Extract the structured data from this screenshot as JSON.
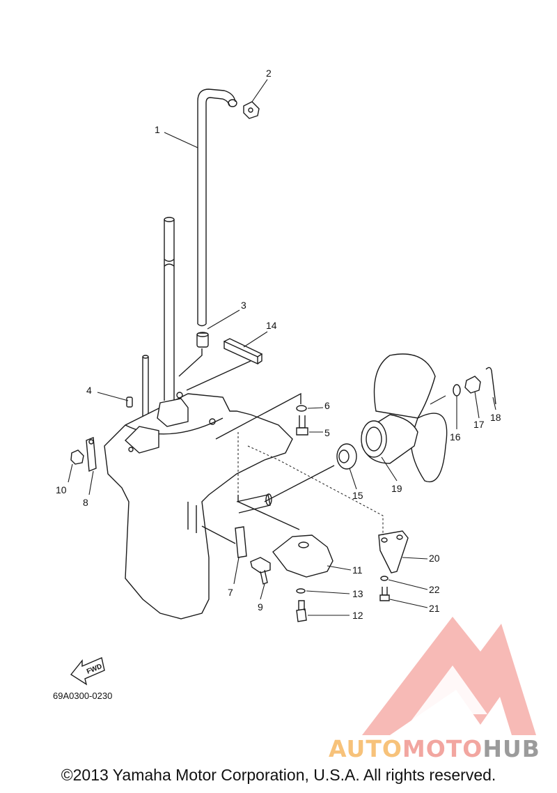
{
  "diagram_code": "69A0300-0230",
  "fwd_label": "FWD",
  "copyright": "©2013 Yamaha Motor Corporation, U.S.A. All rights reserved.",
  "watermark": {
    "part1": "AUTO",
    "part2": "MOTO",
    "part3": "HUB",
    "colors": {
      "auto": "#f7c27a",
      "moto": "#f2a6a0",
      "hub": "#9b9b9b",
      "logo": "#f4a39e"
    }
  },
  "callouts": [
    {
      "id": "c1",
      "label": "1"
    },
    {
      "id": "c2",
      "label": "2"
    },
    {
      "id": "c3",
      "label": "3"
    },
    {
      "id": "c4",
      "label": "4"
    },
    {
      "id": "c5",
      "label": "5"
    },
    {
      "id": "c6",
      "label": "6"
    },
    {
      "id": "c7",
      "label": "7"
    },
    {
      "id": "c8",
      "label": "8"
    },
    {
      "id": "c9",
      "label": "9"
    },
    {
      "id": "c10",
      "label": "10"
    },
    {
      "id": "c11",
      "label": "11"
    },
    {
      "id": "c12",
      "label": "12"
    },
    {
      "id": "c13",
      "label": "13"
    },
    {
      "id": "c14",
      "label": "14"
    },
    {
      "id": "c15",
      "label": "15"
    },
    {
      "id": "c16",
      "label": "16"
    },
    {
      "id": "c17",
      "label": "17"
    },
    {
      "id": "c18",
      "label": "18"
    },
    {
      "id": "c19",
      "label": "19"
    },
    {
      "id": "c20",
      "label": "20"
    },
    {
      "id": "c21",
      "label": "21"
    },
    {
      "id": "c22",
      "label": "22"
    }
  ]
}
